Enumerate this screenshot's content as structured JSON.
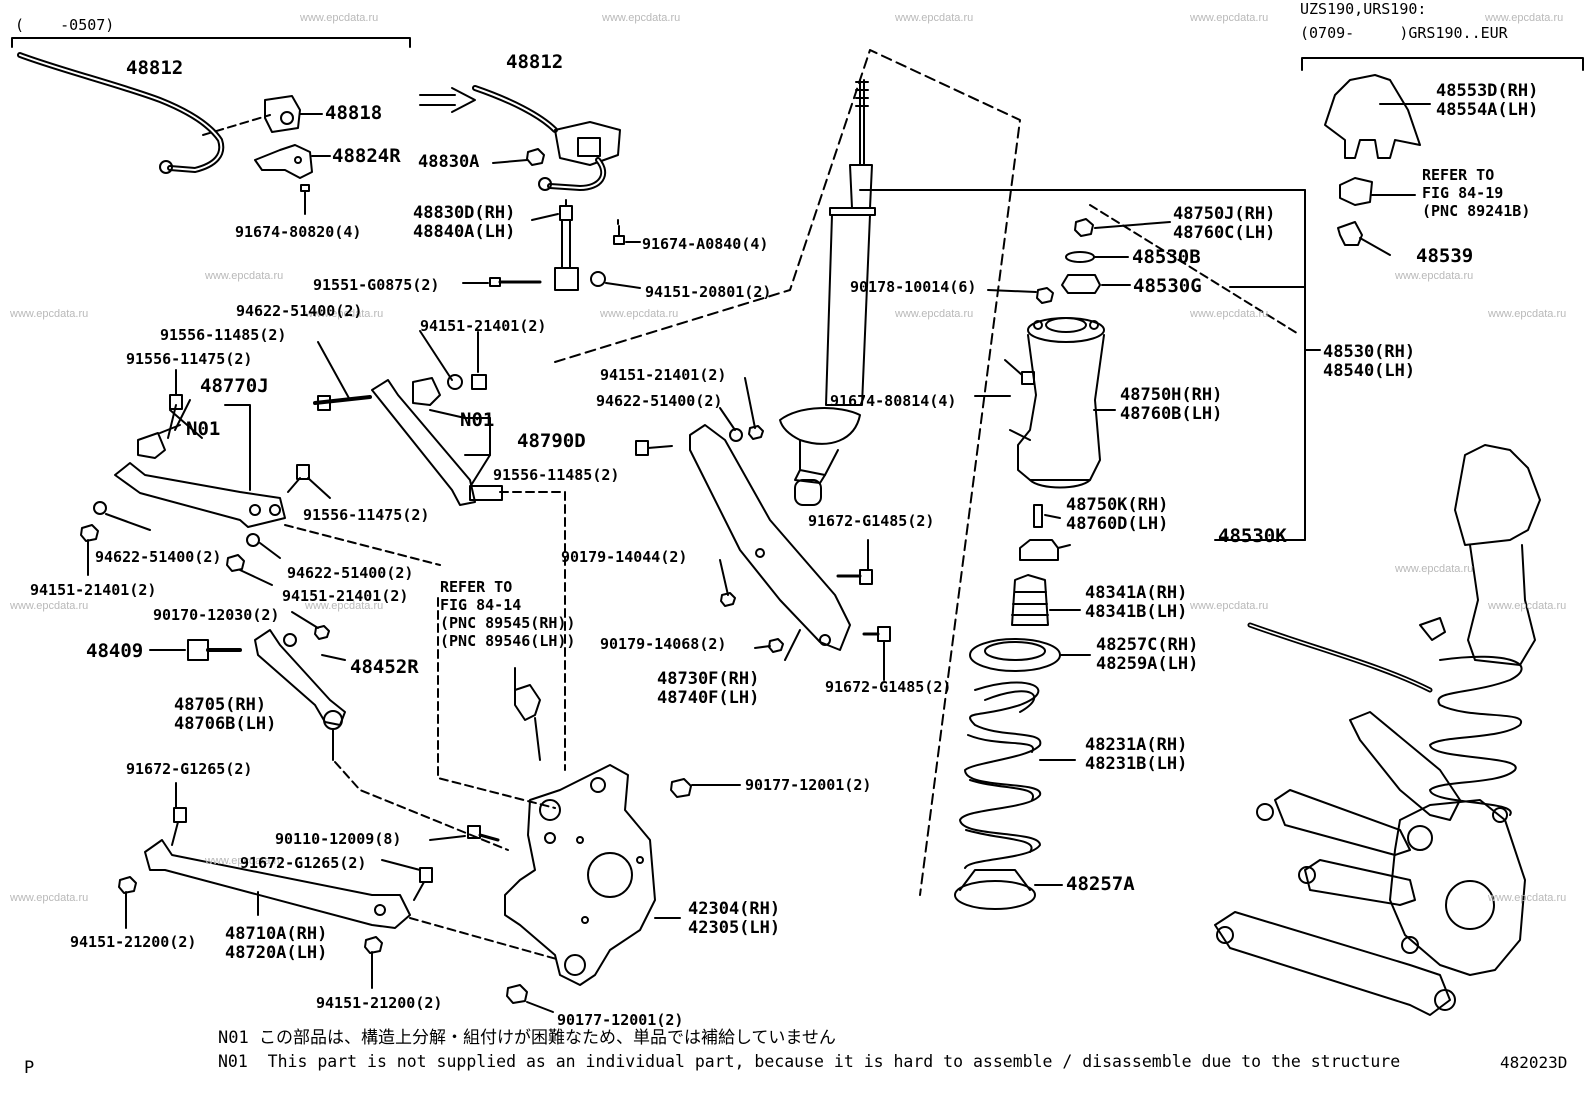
{
  "header": {
    "range_left": "(    -0507)",
    "models_line1": "UZS190,URS190:",
    "models_line2": "(0709-     )GRS190..EUR"
  },
  "watermark": "www.epcdata.ru",
  "labels": [
    {
      "id": "l1",
      "text": "48812"
    },
    {
      "id": "l2",
      "text": "48812"
    },
    {
      "id": "l3",
      "text": "48818"
    },
    {
      "id": "l4",
      "text": "48824R"
    },
    {
      "id": "l5",
      "text": "48830A"
    },
    {
      "id": "l6",
      "text": "91674-80820(4)"
    },
    {
      "id": "l7",
      "text": "48830D(RH)\n48840A(LH)"
    },
    {
      "id": "l8",
      "text": "91674-A0840(4)"
    },
    {
      "id": "l9",
      "text": "91551-G0875(2)"
    },
    {
      "id": "l10",
      "text": "94151-20801(2)"
    },
    {
      "id": "l11",
      "text": "94622-51400(2)"
    },
    {
      "id": "l12",
      "text": "91556-11485(2)"
    },
    {
      "id": "l13",
      "text": "94151-21401(2)"
    },
    {
      "id": "l14",
      "text": "91556-11475(2)"
    },
    {
      "id": "l15",
      "text": "48770J"
    },
    {
      "id": "l16",
      "text": "N01"
    },
    {
      "id": "l17",
      "text": "N01"
    },
    {
      "id": "l18",
      "text": "48790D"
    },
    {
      "id": "l19",
      "text": "91556-11485(2)"
    },
    {
      "id": "l20",
      "text": "91556-11475(2)"
    },
    {
      "id": "l21",
      "text": "94622-51400(2)"
    },
    {
      "id": "l22",
      "text": "94622-51400(2)"
    },
    {
      "id": "l23",
      "text": "94151-21401(2)"
    },
    {
      "id": "l24",
      "text": "94151-21401(2)"
    },
    {
      "id": "l25",
      "text": "90170-12030(2)"
    },
    {
      "id": "l26",
      "text": "48409"
    },
    {
      "id": "l27",
      "text": "48452R"
    },
    {
      "id": "l28",
      "text": "48705(RH)\n48706B(LH)"
    },
    {
      "id": "l29",
      "text": "91672-G1265(2)"
    },
    {
      "id": "l30",
      "text": "90110-12009(8)"
    },
    {
      "id": "l31",
      "text": "91672-G1265(2)"
    },
    {
      "id": "l32",
      "text": "94151-21200(2)"
    },
    {
      "id": "l33",
      "text": "48710A(RH)\n48720A(LH)"
    },
    {
      "id": "l34",
      "text": "94151-21200(2)"
    },
    {
      "id": "l35",
      "text": "REFER TO\nFIG 84-14\n(PNC 89545(RH))\n(PNC 89546(LH))"
    },
    {
      "id": "l36",
      "text": "90177-12001(2)"
    },
    {
      "id": "l37",
      "text": "42304(RH)\n42305(LH)"
    },
    {
      "id": "l38",
      "text": "90177-12001(2)"
    },
    {
      "id": "l39",
      "text": "94151-21401(2)"
    },
    {
      "id": "l40",
      "text": "94622-51400(2)"
    },
    {
      "id": "l41",
      "text": "90179-14044(2)"
    },
    {
      "id": "l42",
      "text": "90179-14068(2)"
    },
    {
      "id": "l43",
      "text": "48730F(RH)\n48740F(LH)"
    },
    {
      "id": "l44",
      "text": "91672-G1485(2)"
    },
    {
      "id": "l45",
      "text": "91672-G1485(2)"
    },
    {
      "id": "l46",
      "text": "91674-80814(4)"
    },
    {
      "id": "l47",
      "text": "90178-10014(6)"
    },
    {
      "id": "l48",
      "text": "48750J(RH)\n48760C(LH)"
    },
    {
      "id": "l49",
      "text": "48530B"
    },
    {
      "id": "l50",
      "text": "48530G"
    },
    {
      "id": "l51",
      "text": "48750H(RH)\n48760B(LH)"
    },
    {
      "id": "l52",
      "text": "48750K(RH)\n48760D(LH)"
    },
    {
      "id": "l53",
      "text": "48530K"
    },
    {
      "id": "l54",
      "text": "48530(RH)\n48540(LH)"
    },
    {
      "id": "l55",
      "text": "48341A(RH)\n48341B(LH)"
    },
    {
      "id": "l56",
      "text": "48257C(RH)\n48259A(LH)"
    },
    {
      "id": "l57",
      "text": "48231A(RH)\n48231B(LH)"
    },
    {
      "id": "l58",
      "text": "48257A"
    },
    {
      "id": "l59",
      "text": "48553D(RH)\n48554A(LH)"
    },
    {
      "id": "l60",
      "text": "REFER TO\nFIG 84-19\n(PNC 89241B)"
    },
    {
      "id": "l61",
      "text": "48539"
    }
  ],
  "footnotes": {
    "jp": "N01 この部品は、構造上分解・組付けが困難なため、単品では補給していません",
    "en": "N01  This part is not supplied as an individual part, because it is hard to assemble / disassemble due to the structure"
  },
  "corner_left": "P",
  "figure_code": "482023D"
}
